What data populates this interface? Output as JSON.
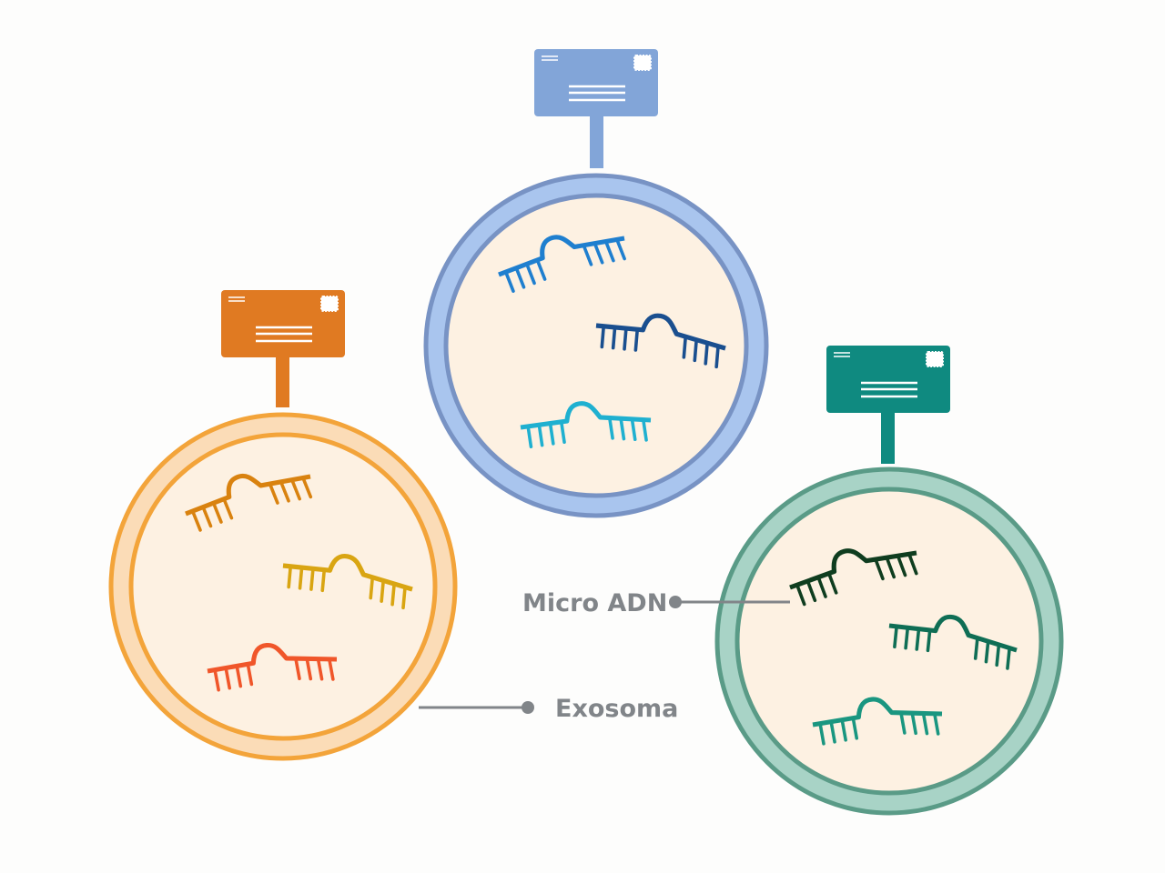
{
  "labels": {
    "micro": "Micro ADN",
    "exosome": "Exosoma"
  },
  "exosomes": [
    {
      "name": "blue",
      "envelope": "#82a5d8",
      "ring_outer": "#7893c4",
      "ring_fill": "#a9c5ee",
      "core": "#fdf1e2",
      "mirna": [
        "#1f7fcf",
        "#1a4f8f",
        "#1fb0d0"
      ]
    },
    {
      "name": "orange",
      "envelope": "#e07a22",
      "ring_outer": "#f3a43a",
      "ring_fill": "#fbdcb7",
      "core": "#fdf1e2",
      "mirna": [
        "#d9820f",
        "#d9a512",
        "#f0562a"
      ]
    },
    {
      "name": "teal",
      "envelope": "#0f8a80",
      "ring_outer": "#5a9b87",
      "ring_fill": "#a8d3c6",
      "core": "#fdf1e2",
      "mirna": [
        "#0f3d1f",
        "#0f6e55",
        "#1a9680"
      ]
    }
  ],
  "connector_color": "#818589"
}
